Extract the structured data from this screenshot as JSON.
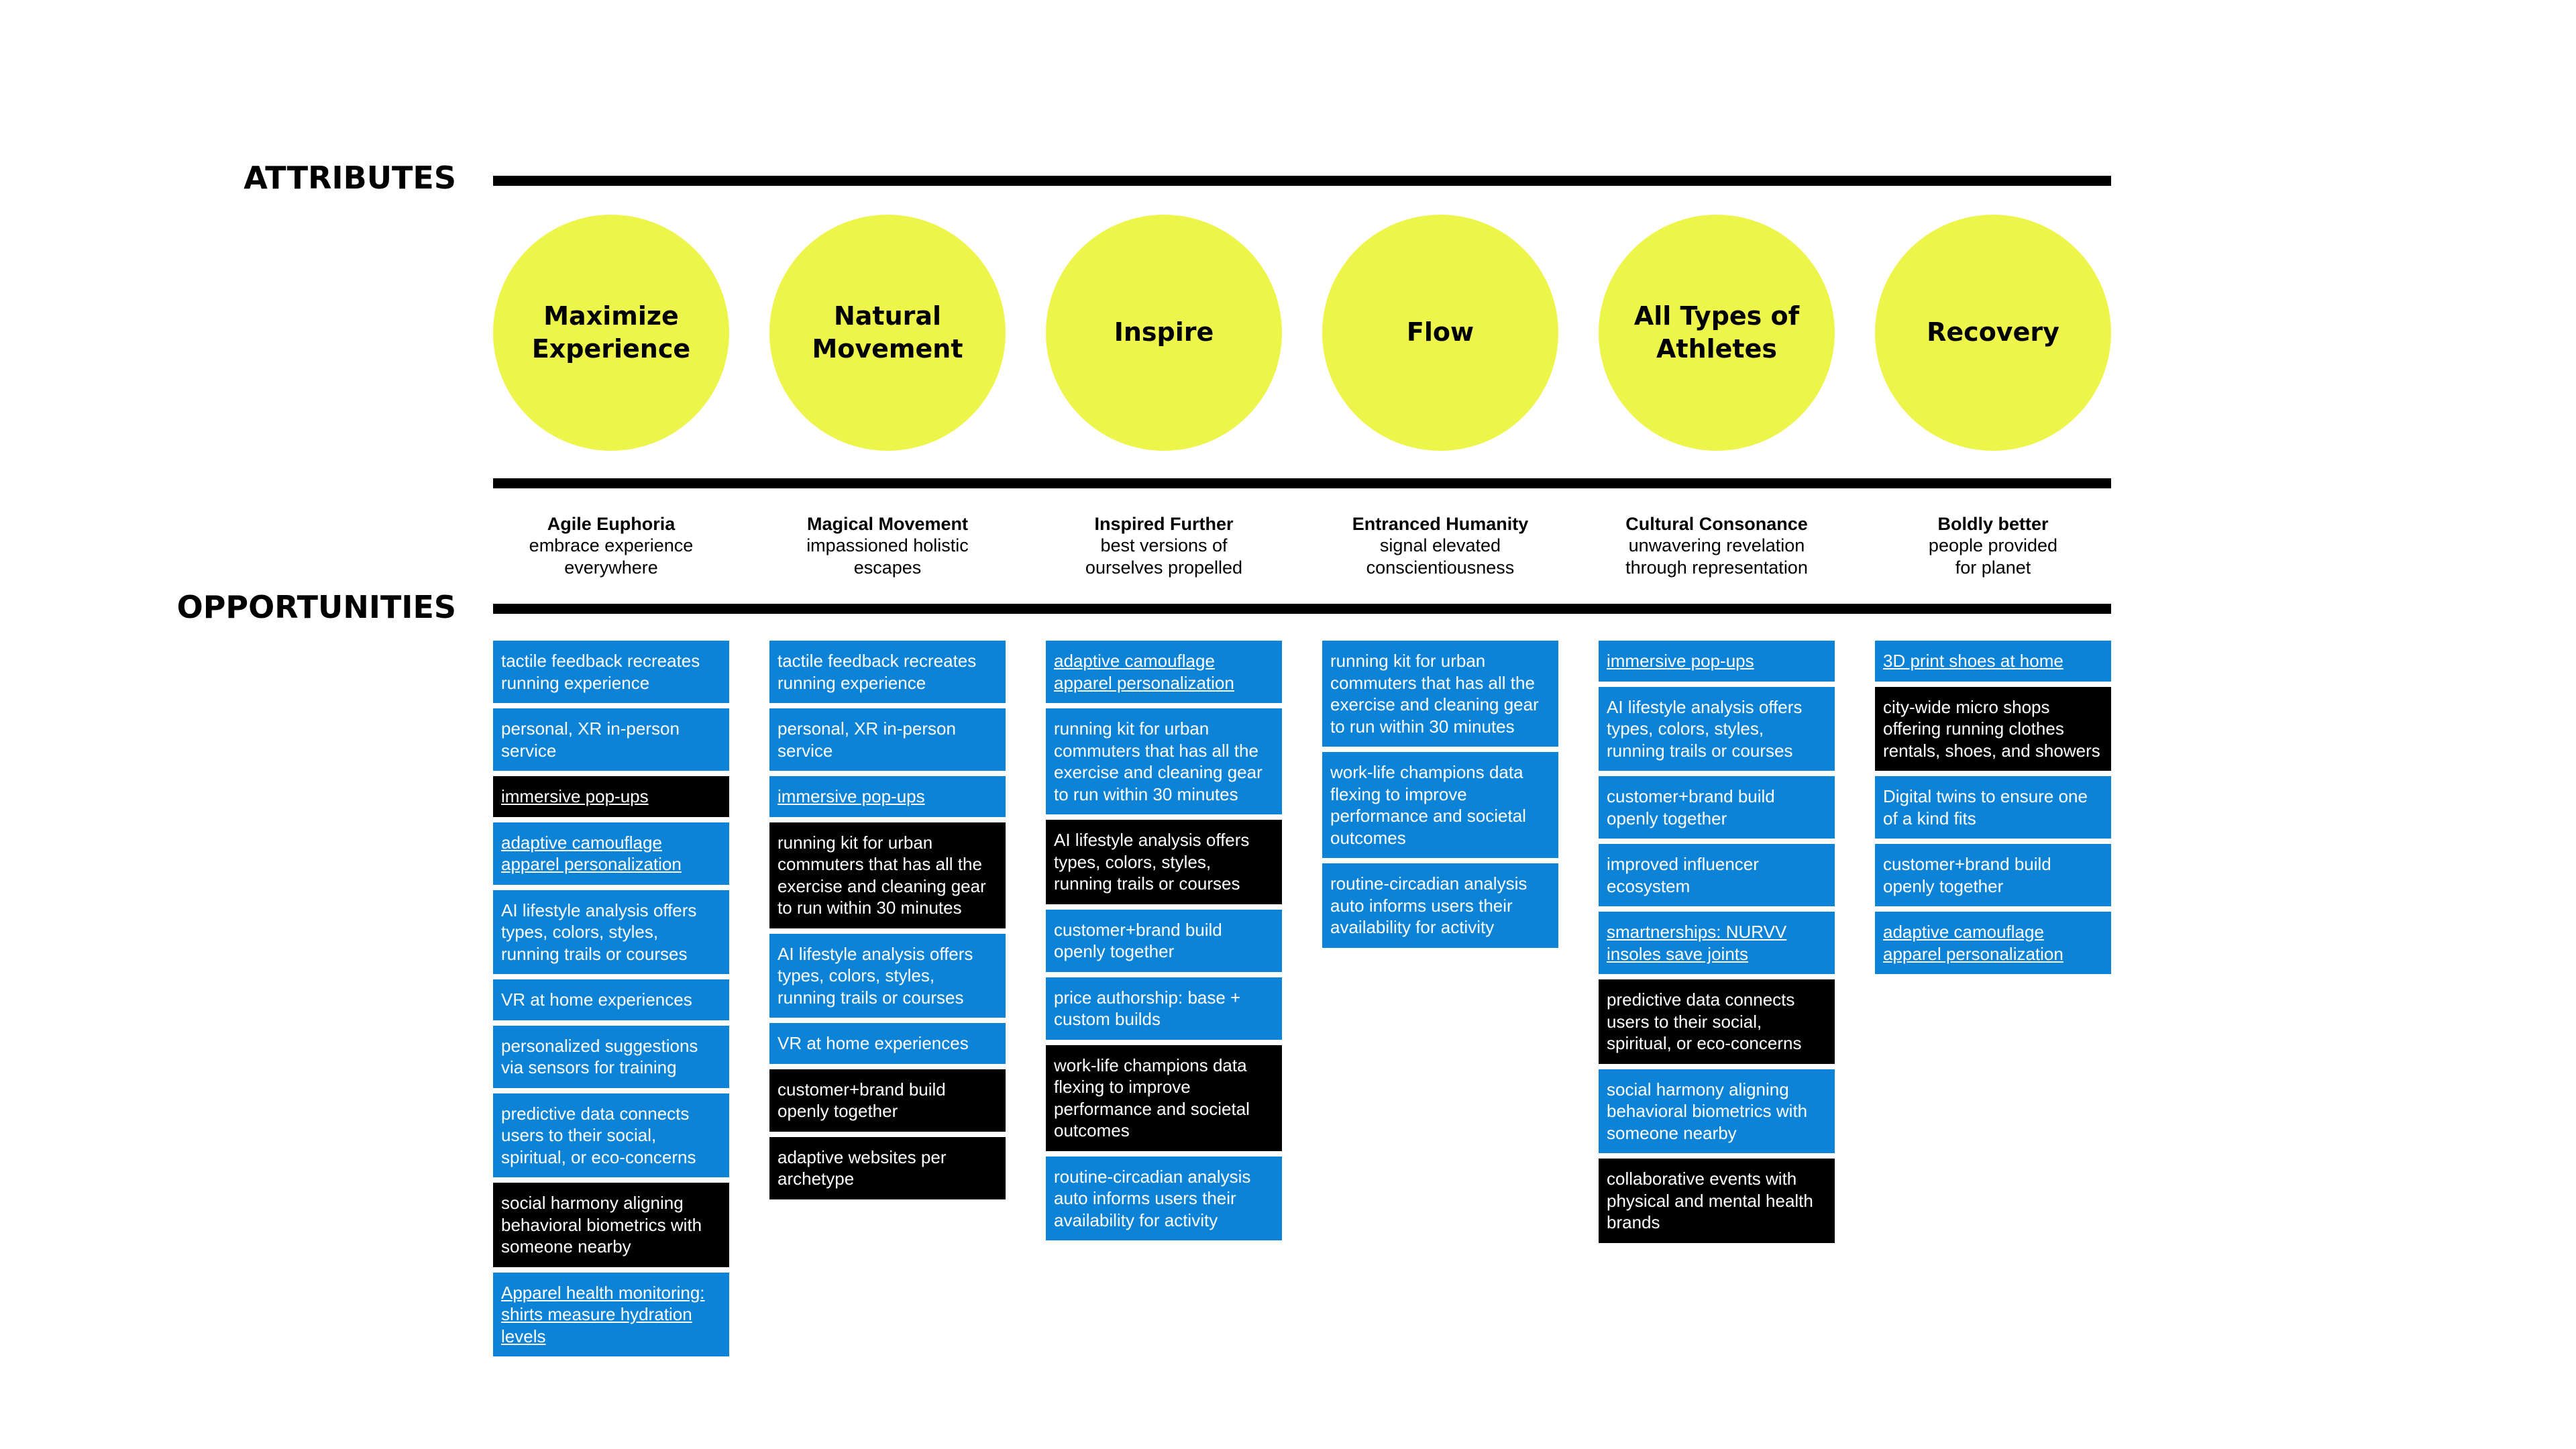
{
  "headings": {
    "attributes": "ATTRIBUTES",
    "opportunities": "OPPORTUNITIES"
  },
  "colors": {
    "circle": "#eef54a",
    "blue_card": "#0c83d6",
    "black_card": "#000000",
    "rule": "#000000"
  },
  "attributes": [
    "Maximize Experience",
    "Natural Movement",
    "Inspire",
    "Flow",
    "All Types of Athletes",
    "Recovery"
  ],
  "themes": [
    {
      "title": "Agile Euphoria",
      "desc": "embrace experience\neverywhere"
    },
    {
      "title": "Magical Movement",
      "desc": "impassioned holistic\nescapes"
    },
    {
      "title": "Inspired Further",
      "desc": "best versions of\nourselves propelled"
    },
    {
      "title": "Entranced Humanity",
      "desc": "signal elevated\nconscientiousness"
    },
    {
      "title": "Cultural Consonance",
      "desc": "unwavering revelation\nthrough representation"
    },
    {
      "title": "Boldly better",
      "desc": "people provided\nfor planet"
    }
  ],
  "columns": [
    [
      {
        "text": "tactile feedback recreates running experience",
        "color": "blue",
        "link": false
      },
      {
        "text": "personal, XR in-person service",
        "color": "blue",
        "link": false
      },
      {
        "text": "immersive pop-ups",
        "color": "black",
        "link": true
      },
      {
        "text": "adaptive camouflage apparel personalization",
        "color": "blue",
        "link": true
      },
      {
        "text": "AI lifestyle analysis offers types, colors, styles, running trails or courses",
        "color": "blue",
        "link": false
      },
      {
        "text": "VR at home experiences",
        "color": "blue",
        "link": false
      },
      {
        "text": "personalized suggestions via sensors for training",
        "color": "blue",
        "link": false
      },
      {
        "text": "predictive data connects users to their social, spiritual, or eco-concerns",
        "color": "blue",
        "link": false
      },
      {
        "text": "social harmony aligning behavioral biometrics with someone nearby",
        "color": "black",
        "link": false
      },
      {
        "text": "Apparel health monitoring: shirts measure hydration levels",
        "color": "blue",
        "link": true
      }
    ],
    [
      {
        "text": "tactile feedback recreates running experience",
        "color": "blue",
        "link": false
      },
      {
        "text": "personal, XR in-person service",
        "color": "blue",
        "link": false
      },
      {
        "text": "immersive pop-ups",
        "color": "blue",
        "link": true
      },
      {
        "text": "running kit for urban commuters that has all the exercise and cleaning gear to run within 30 minutes",
        "color": "black",
        "link": false
      },
      {
        "text": "AI lifestyle analysis offers types, colors, styles, running trails or courses",
        "color": "blue",
        "link": false
      },
      {
        "text": "VR at home experiences",
        "color": "blue",
        "link": false
      },
      {
        "text": "customer+brand build openly together",
        "color": "black",
        "link": false
      },
      {
        "text": "adaptive websites per archetype",
        "color": "black",
        "link": false
      }
    ],
    [
      {
        "text": "adaptive camouflage apparel personalization",
        "color": "blue",
        "link": true
      },
      {
        "text": "running kit for urban commuters that has all the exercise and cleaning gear to run within 30 minutes",
        "color": "blue",
        "link": false
      },
      {
        "text": "AI lifestyle analysis offers types, colors, styles, running trails or courses",
        "color": "black",
        "link": false
      },
      {
        "text": "customer+brand build openly together",
        "color": "blue",
        "link": false
      },
      {
        "text": "price authorship: base + custom builds",
        "color": "blue",
        "link": false
      },
      {
        "text": "work-life champions data flexing to improve performance and societal outcomes",
        "color": "black",
        "link": false
      },
      {
        "text": "routine-circadian analysis auto informs users their availability for activity",
        "color": "blue",
        "link": false
      }
    ],
    [
      {
        "text": "running kit for urban commuters that has all the exercise and cleaning gear to run within 30 minutes",
        "color": "blue",
        "link": false
      },
      {
        "text": "work-life champions data flexing to improve performance and societal outcomes",
        "color": "blue",
        "link": false
      },
      {
        "text": "routine-circadian analysis auto informs users their availability for activity",
        "color": "blue",
        "link": false
      }
    ],
    [
      {
        "text": "immersive pop-ups",
        "color": "blue",
        "link": true
      },
      {
        "text": "AI lifestyle analysis offers types, colors, styles, running trails or courses",
        "color": "blue",
        "link": false
      },
      {
        "text": "customer+brand build openly together",
        "color": "blue",
        "link": false
      },
      {
        "text": "improved influencer ecosystem",
        "color": "blue",
        "link": false
      },
      {
        "text": "smartnerships: NURVV insoles save joints",
        "color": "blue",
        "link": true
      },
      {
        "text": "predictive data connects users to their social, spiritual, or eco-concerns",
        "color": "black",
        "link": false
      },
      {
        "text": "social harmony aligning behavioral biometrics with someone nearby",
        "color": "blue",
        "link": false
      },
      {
        "text": "collaborative events with physical and mental health brands",
        "color": "black",
        "link": false
      }
    ],
    [
      {
        "text": "3D print shoes at home",
        "color": "blue",
        "link": true
      },
      {
        "text": "city-wide micro shops offering running clothes rentals, shoes, and showers",
        "color": "black",
        "link": false
      },
      {
        "text": "Digital twins to ensure one of a kind fits",
        "color": "blue",
        "link": false
      },
      {
        "text": "customer+brand build openly together",
        "color": "blue",
        "link": false
      },
      {
        "text": "adaptive camouflage apparel personalization",
        "color": "blue",
        "link": true
      }
    ]
  ]
}
